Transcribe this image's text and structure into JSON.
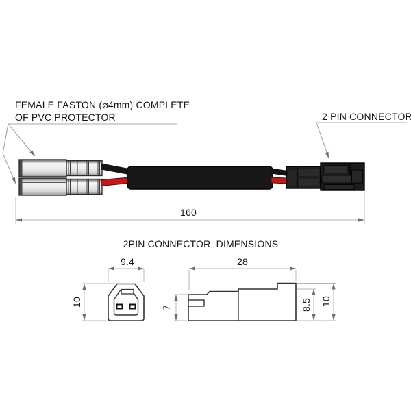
{
  "drawing": {
    "labels": {
      "faston_line1": "FEMALE FASTON (⌀4mm) COMPLETE",
      "faston_line2": "OF PVC PROTECTOR",
      "pin_connector": "2 PIN CONNECTOR"
    },
    "overall_length_mm": "160"
  },
  "dimensions_section": {
    "title": "2PIN CONNECTOR  DIMENSIONS",
    "front_view": {
      "width_mm": "9.4",
      "height_mm": "10"
    },
    "side_view": {
      "length_mm": "28",
      "front_section_height_mm": "7",
      "body_height_mm": "8.5",
      "total_height_mm": "10"
    }
  },
  "colors": {
    "wire_red": "#cc1414",
    "wire_black": "#141414",
    "sleeve_black": "#181818",
    "connector_black": "#1c1c1c",
    "faston_silver": "#e9e9e9",
    "dimension_line_gray": "#b5b5b5",
    "outline_dark": "#2d2d2d"
  }
}
